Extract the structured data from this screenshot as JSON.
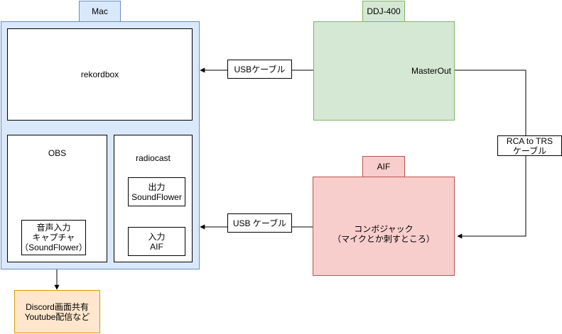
{
  "colors": {
    "mac_fill": "#dae8fc",
    "mac_stroke": "#6c8ebf",
    "ddj_fill": "#d5e8d4",
    "ddj_stroke": "#82b366",
    "aif_fill": "#f8cecc",
    "aif_stroke": "#b85450",
    "discord_fill": "#ffe6cc",
    "discord_stroke": "#d79b00"
  },
  "mac": {
    "tab_label": "Mac",
    "rekordbox_label": "rekordbox",
    "obs": {
      "label": "OBS",
      "capture_label": "音声入力\nキャプチャ\n（SoundFlower）"
    },
    "radiocast": {
      "label": "radiocast",
      "output_label": "出力\nSoundFlower",
      "input_label": "入力\nAIF"
    }
  },
  "ddj": {
    "tab_label": "DDJ-400",
    "master_out_label": "MasterOut"
  },
  "aif": {
    "tab_label": "AIF",
    "combo_jack_label": "コンボジャック\n（マイクとか刺すところ）"
  },
  "cables": {
    "usb_top_label": "USBケーブル",
    "usb_bottom_label": "USB ケーブル",
    "rca_label": "RCA to TRS\nケーブル"
  },
  "discord": {
    "label": "Discord画面共有\nYoutube配信など"
  }
}
